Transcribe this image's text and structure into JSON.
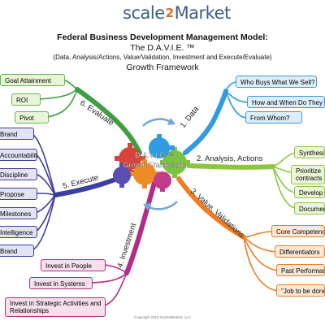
{
  "header": {
    "logo_a": "scale",
    "logo_2": "2",
    "logo_b": "Market",
    "title_line1": "Federal Business Development Management Model:",
    "title_line2": "The D.A.V.I.E. ™",
    "title_line3": "(Data, Analysis/Actions, Value/Validation, Investment and Execute/Evaluate)",
    "title_line4": "Growth Framework"
  },
  "center": {
    "line1": "D.A.V.I.E.™",
    "line2": "Growth Framework"
  },
  "branches": {
    "data": {
      "label": "1. Data",
      "color": "#2f9be0",
      "items": [
        "Who Buys What We Sell?",
        "How and When Do They Buy?",
        "From Whom?"
      ]
    },
    "analysis": {
      "label": "2. Analysis, Actions",
      "color": "#7dc242",
      "items": [
        "Synthesize",
        "Prioritize contracts",
        "Develop",
        "Document"
      ]
    },
    "value": {
      "label": "3. Value, Validations",
      "color": "#ef7d22",
      "items": [
        "Core Competencies",
        "Differentiators",
        "Past Performance",
        "\"Job to be done\""
      ]
    },
    "investment": {
      "label": "4. Investment",
      "color": "#b52a86",
      "items": [
        "Invest in People",
        "Invest in Systems",
        "Invest in Strategic Activities and Relationships"
      ]
    },
    "execute": {
      "label": "5. Execute",
      "color": "#3b3fa0",
      "items": [
        "Brand",
        "Accountability",
        "Discipline",
        "Propose",
        "Milestones",
        "Intelligence",
        "Brand"
      ]
    },
    "evaluate": {
      "label": "6. Evaluate",
      "color": "#3f9e3f",
      "items": [
        "Goal Attainment",
        "ROI",
        "Pivot"
      ]
    }
  },
  "footer": {
    "copyright": "Copyright 2019 Scale2Market, LLC"
  },
  "colors": {
    "gear_red": "#d9443a",
    "gear_orange": "#f08a24",
    "gear_green": "#7cc243",
    "gear_blue": "#2f9be0",
    "gear_purple": "#5a4fb0",
    "gear_pink": "#c33b8b"
  }
}
